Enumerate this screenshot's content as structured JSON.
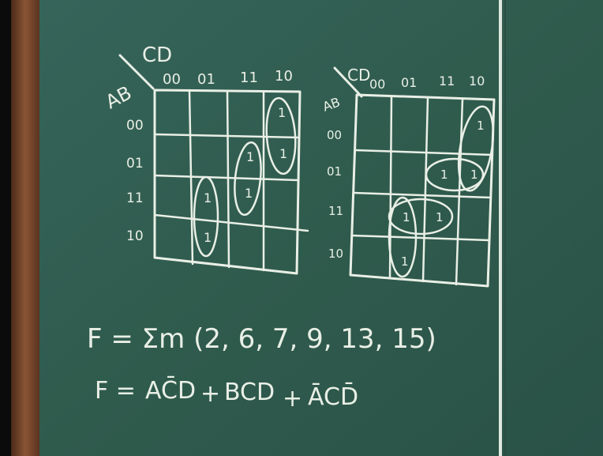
{
  "scene": {
    "subject": "chalkboard",
    "colors": {
      "board": "#2f5b4d",
      "board_dark": "#244a3f",
      "chalk": "#e9efe6",
      "frame_wood": "#6b4029",
      "outer_black": "#000000"
    }
  },
  "kmap_left": {
    "col_var": "CD",
    "row_var": "AB",
    "col_labels": [
      "00",
      "01",
      "11",
      "10"
    ],
    "row_labels": [
      "00",
      "01",
      "11",
      "10"
    ],
    "cells": [
      {
        "row": 0,
        "col": 3,
        "value": "1"
      },
      {
        "row": 1,
        "col": 3,
        "value": "1"
      },
      {
        "row": 1,
        "col": 2,
        "value": "1"
      },
      {
        "row": 2,
        "col": 2,
        "value": "1"
      },
      {
        "row": 2,
        "col": 1,
        "value": "1"
      },
      {
        "row": 3,
        "col": 1,
        "value": "1"
      }
    ]
  },
  "kmap_right": {
    "col_var": "CD",
    "row_var": "AB",
    "col_labels": [
      "00",
      "01",
      "11",
      "10"
    ],
    "row_labels": [
      "00",
      "01",
      "11",
      "10"
    ],
    "cells": [
      {
        "row": 0,
        "col": 3,
        "value": "1"
      },
      {
        "row": 1,
        "col": 2,
        "value": "1"
      },
      {
        "row": 1,
        "col": 3,
        "value": "1"
      },
      {
        "row": 2,
        "col": 1,
        "value": "1"
      },
      {
        "row": 2,
        "col": 2,
        "value": "1"
      },
      {
        "row": 3,
        "col": 1,
        "value": "1"
      }
    ]
  },
  "equations": {
    "line1": "F = Σm (2, 6, 7, 9, 13, 15)",
    "line2_prefix": "F =",
    "term1": "AC̄D",
    "plus1": "+",
    "term2": "BCD",
    "plus2": "+",
    "term3": "ĀCD̄"
  }
}
